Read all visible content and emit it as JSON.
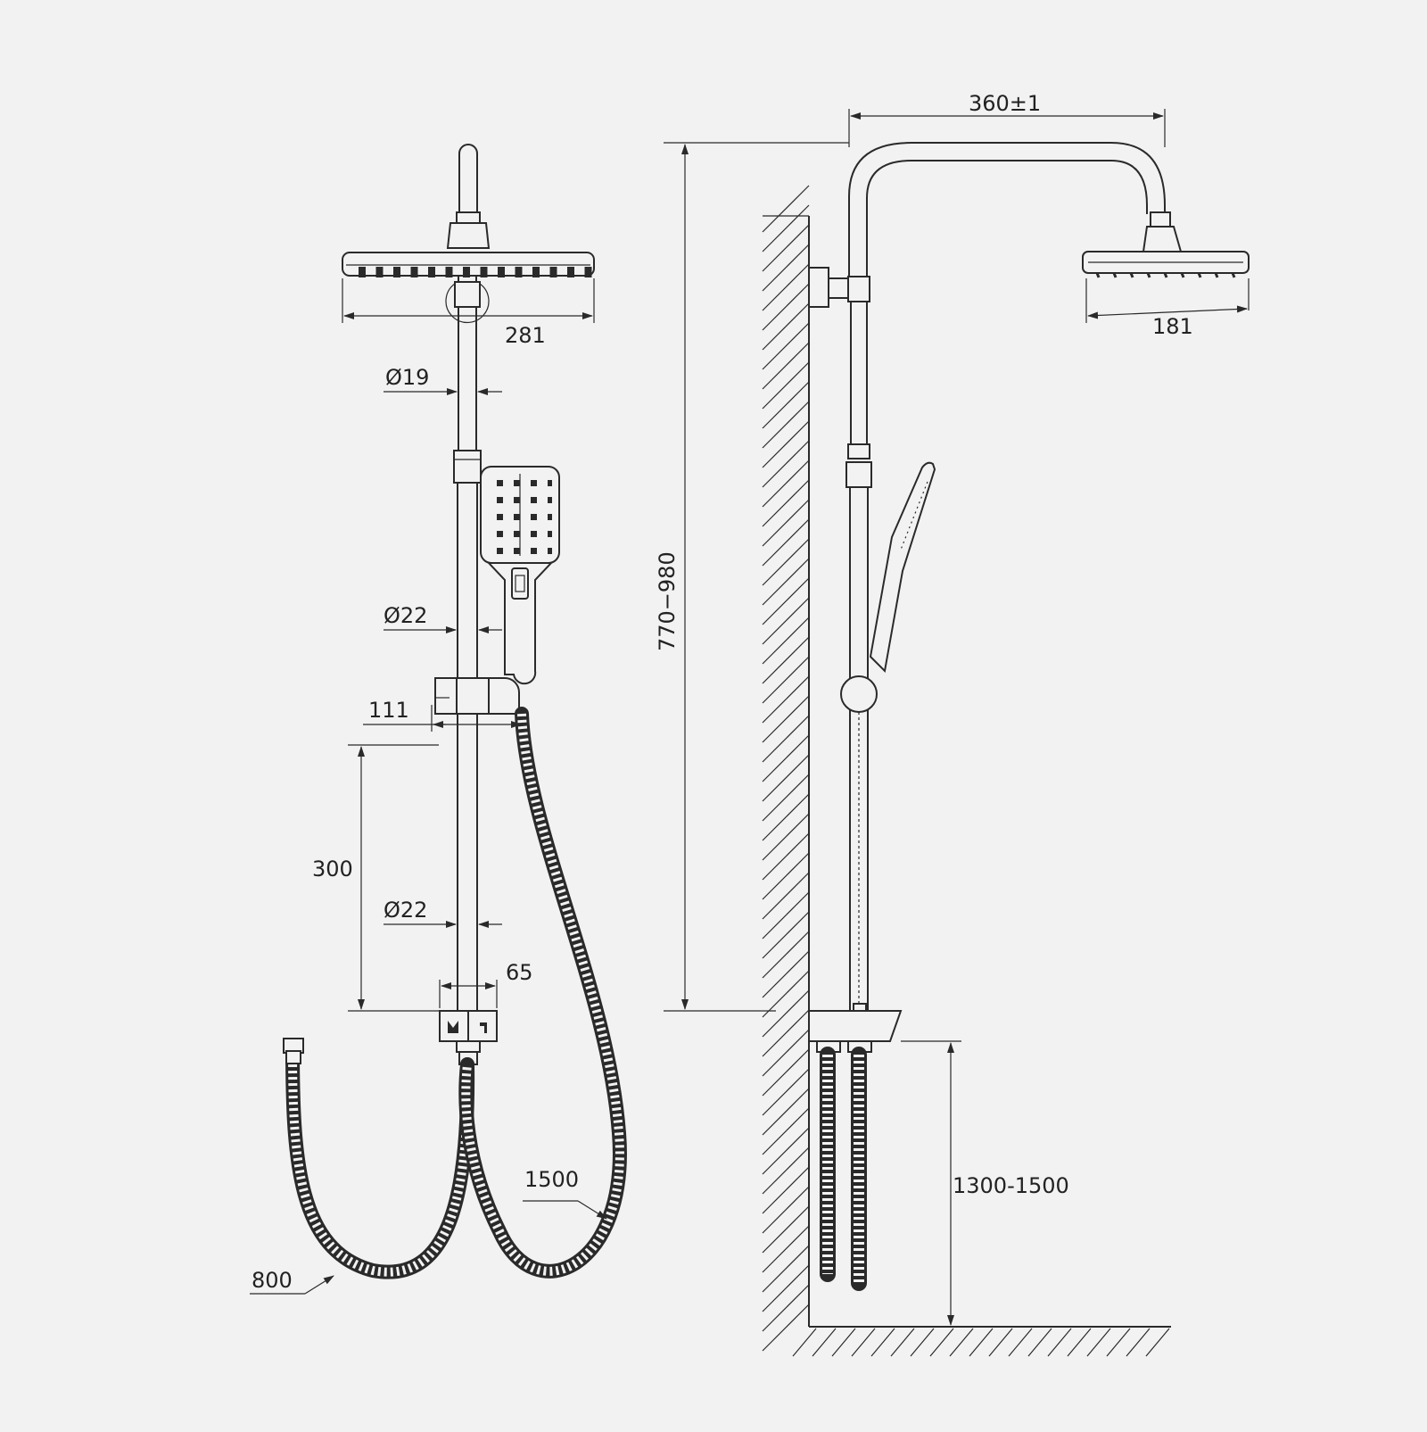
{
  "dimensions": {
    "front_rain_head_width": "281",
    "upper_pipe_diameter": "Ø19",
    "lower_pipe_diameter_1": "Ø22",
    "handshower_holder": "111",
    "slide_range": "300",
    "lower_pipe_diameter_2": "Ø22",
    "valve_width": "65",
    "long_hose": "1500",
    "short_hose": "800",
    "arm_projection": "360±1",
    "side_head_width": "181",
    "total_height": "770−980",
    "installation_height": "1300-1500"
  },
  "icons": [
    "rain-shower-icon",
    "hand-shower-icon"
  ]
}
